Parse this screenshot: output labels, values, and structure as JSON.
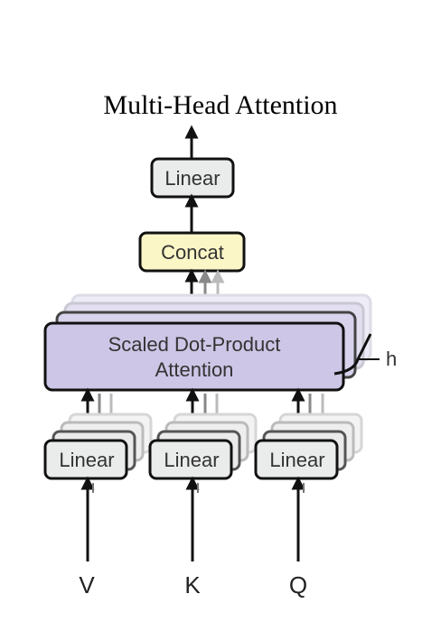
{
  "title": "Multi-Head Attention",
  "blocks": {
    "top_linear": "Linear",
    "concat": "Concat",
    "attention_line1": "Scaled Dot-Product",
    "attention_line2": "Attention",
    "heads_label": "h",
    "input_linear_v": "Linear",
    "input_linear_k": "Linear",
    "input_linear_q": "Linear"
  },
  "inputs": [
    "V",
    "K",
    "Q"
  ],
  "colors": {
    "linear_fill": "#e9ecea",
    "concat_fill": "#fbf6c6",
    "attention_fill": "#cdc6e6",
    "stroke": "#111111",
    "shadow_stroke": "#c8c8c8",
    "shadow_fill": "#f1f1f1"
  }
}
